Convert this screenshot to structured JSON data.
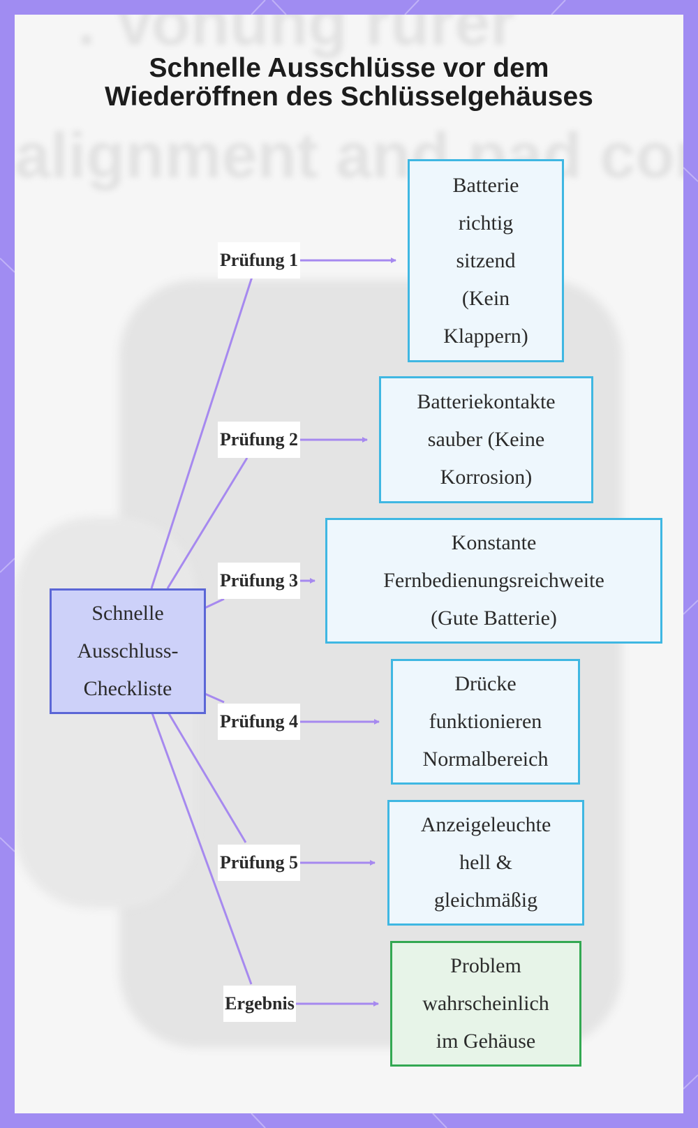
{
  "title": {
    "line1": "Schnelle Ausschlüsse vor dem",
    "line2": "Wiederöffnen des Schlüsselgehäuses"
  },
  "root": {
    "line1": "Schnelle",
    "line2": "Ausschluss-",
    "line3": "Checkliste"
  },
  "checks": [
    {
      "label": "Prüfung 1",
      "lines": [
        "Batterie",
        "richtig",
        "sitzend",
        "(Kein",
        "Klappern)"
      ]
    },
    {
      "label": "Prüfung 2",
      "lines": [
        "Batteriekontakte",
        "sauber (Keine",
        "Korrosion)"
      ]
    },
    {
      "label": "Prüfung 3",
      "lines": [
        "Konstante",
        "Fernbedienungsreichweite",
        "(Gute Batterie)"
      ]
    },
    {
      "label": "Prüfung 4",
      "lines": [
        "Drücke",
        "funktionieren",
        "Normalbereich"
      ]
    },
    {
      "label": "Prüfung 5",
      "lines": [
        "Anzeigeleuchte",
        "hell &",
        "gleichmäßig"
      ]
    },
    {
      "label": "Ergebnis",
      "lines": [
        "Problem",
        "wahrscheinlich",
        "im Gehäuse"
      ]
    }
  ],
  "colors": {
    "frame": "#a08cf2",
    "connector": "#a689ef",
    "step_border": "#3fb7e2",
    "step_fill": "#eef7fd",
    "root_border": "#5b66d6",
    "root_fill": "#cdd1f9",
    "result_border": "#33a852",
    "result_fill": "#e7f4e8"
  }
}
